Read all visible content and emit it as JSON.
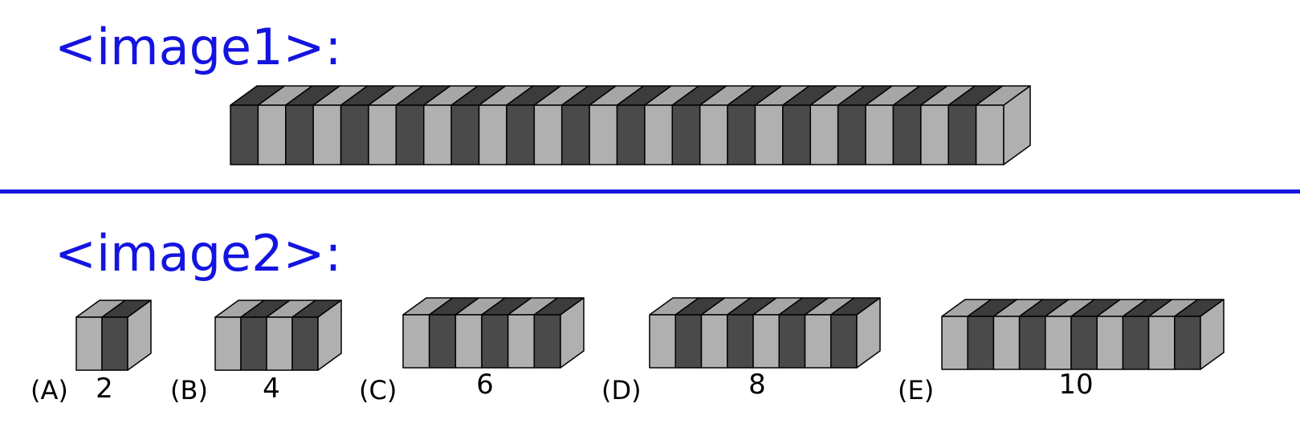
{
  "image1": {
    "heading": "<image1>:",
    "bar": {
      "segments": 28,
      "first_color": "dark"
    }
  },
  "image2": {
    "heading": "<image2>:",
    "options": [
      {
        "label": "(A)",
        "value": "2",
        "segments": 2,
        "first_color": "light"
      },
      {
        "label": "(B)",
        "value": "4",
        "segments": 4,
        "first_color": "light"
      },
      {
        "label": "(C)",
        "value": "6",
        "segments": 6,
        "first_color": "light"
      },
      {
        "label": "(D)",
        "value": "8",
        "segments": 8,
        "first_color": "light"
      },
      {
        "label": "(E)",
        "value": "10",
        "segments": 10,
        "first_color": "light"
      }
    ]
  },
  "colors": {
    "heading": "#1414e0",
    "divider": "#1414e0",
    "segment_dark_front": "#4a4a4a",
    "segment_dark_top": "#3c3c3c",
    "segment_light_front": "#b0b0b0",
    "segment_light_top": "#a6a6a6",
    "side_face": "#b0b0b0",
    "outline": "#000000"
  }
}
